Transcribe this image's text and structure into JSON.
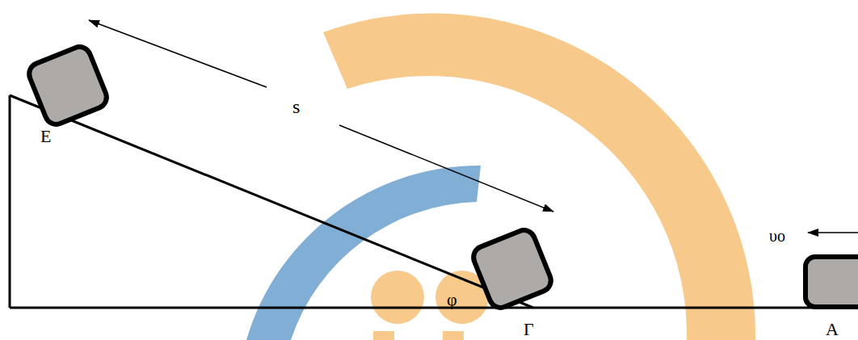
{
  "diagram": {
    "labels": [
      "s",
      "E",
      "φ",
      "Γ",
      "A",
      "υo"
    ]
  }
}
